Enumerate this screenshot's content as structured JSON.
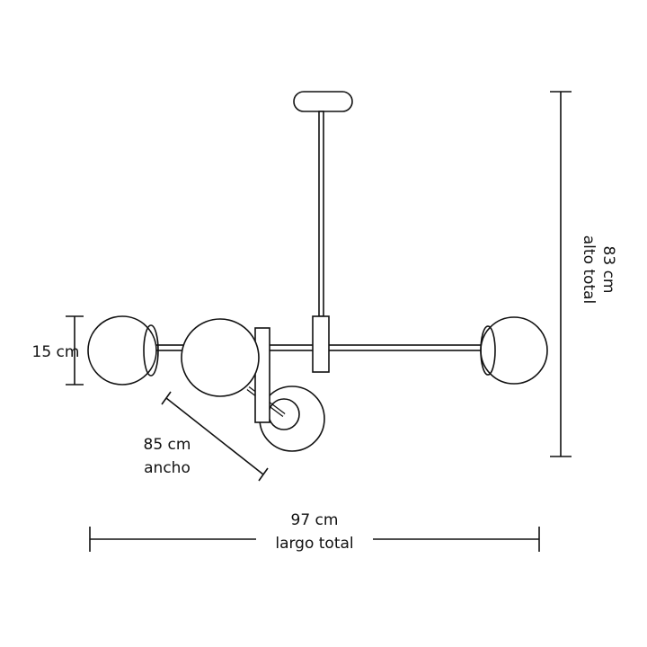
{
  "dimensions": {
    "height": {
      "value": "83 cm",
      "label": "alto total"
    },
    "globe": {
      "value": "15 cm"
    },
    "width": {
      "value": "85 cm",
      "label": "ancho"
    },
    "length": {
      "value": "97 cm",
      "label": "largo total"
    }
  }
}
